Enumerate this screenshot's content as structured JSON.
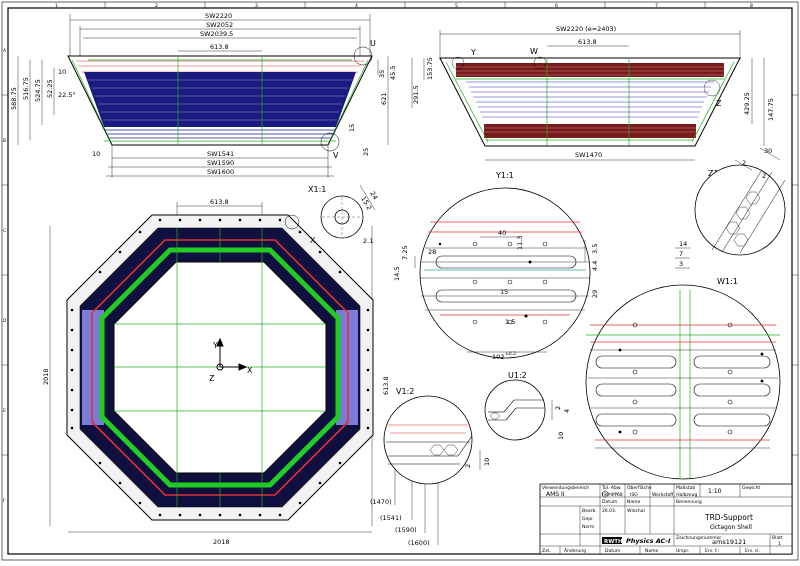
{
  "dimensions": {
    "top_left": {
      "sw2220": "SW2220",
      "sw2052": "SW2052",
      "sw2039_5": "SW2039.5",
      "w613_8": "613.8",
      "h588_75": "588.75",
      "h516_75": "516.75",
      "h524_75": "524.75",
      "h52_25": "52.25",
      "h10": "10",
      "angle": "22.5°",
      "h621": "621",
      "h35": "35",
      "h45_5": "45.5",
      "h15": "15",
      "h25": "25",
      "h10b": "10",
      "sw1541": "SW1541",
      "sw1590": "SW1590",
      "sw1600": "SW1600"
    },
    "top_right": {
      "sw2220e": "SW2220 (e=2403)",
      "w613_8": "613.8",
      "h153_75": "153.75",
      "h291_5": "291.5",
      "h429_25": "429.25",
      "h147_75": "147.75",
      "sw1470": "SW1470"
    },
    "plan": {
      "w613_8": "613.8",
      "h2018": "2018",
      "w2018": "2018",
      "v613_8": "613.8",
      "d1470": "(1470)",
      "d1541": "(1541)",
      "d1590": "(1590)",
      "d1600": "(1600)"
    },
    "x1": {
      "d24": "24",
      "d15": "15.2",
      "d2_1": "2.1"
    },
    "y1": {
      "d40": "40",
      "d11_3": "11.3",
      "d3_5": "3.5",
      "d4_4": "4.4",
      "d7_25": "7.25",
      "d28": "28",
      "d14_5": "14.5",
      "d29": "29",
      "d15": "15",
      "d1_5": "1.5",
      "d102": "102",
      "d102_tol": "±0.2"
    },
    "z1": {
      "d30": "30",
      "d2a": "2",
      "d2b": "2"
    },
    "w1": {
      "d14": "14",
      "d7": "7",
      "d3": "3"
    },
    "u1": {
      "d2": "2",
      "d4": "4",
      "d10": "10"
    },
    "v1": {
      "d10": "10",
      "d2": "2"
    }
  },
  "labels": {
    "U": "U",
    "V": "V",
    "W": "W",
    "Y": "Y",
    "Z": "Z",
    "X": "X",
    "x1": "X1:1",
    "y1": "Y1:1",
    "z1": "Z1:1",
    "w1": "W1:1",
    "v1": "V1:2",
    "u1": "U1:2",
    "axis_y": "Y",
    "axis_x": "X",
    "axis_z": "Z"
  },
  "title_block": {
    "creator_hdr": "Verwendungsbereich",
    "project": "AMS II",
    "tolerance_hdr": "Tol. Abw.",
    "tolerance": "ISO 2768",
    "finish_hdr": "Oberfläche",
    "finish": "ISO",
    "material_hdr": "Werkstoff, Halbzeug",
    "scale_hdr": "Maßstab",
    "scale": "1:10",
    "weight_hdr": "Gewicht",
    "date_hdr": "Datum",
    "name_hdr": "Name",
    "drawn": "Bearb.",
    "drawn_date": "26.03.",
    "drawn_name": "Wlochal",
    "checked": "Gepr.",
    "norm": "Norm",
    "desig_hdr": "Benennung",
    "title": "TRD-Support",
    "subtitle": "Octagon Shell",
    "drawing_no_hdr": "Zeichnungsnummer",
    "drawing_no": "ams19121",
    "sheet_hdr": "Blatt",
    "sheet": "1",
    "company": "RWTH",
    "dept": "Physics AC-I",
    "rev_cols": [
      "Zst.",
      "Änderung",
      "Datum",
      "Name",
      "Urspr.",
      "Ers. f.:",
      "Ers. d.:"
    ]
  },
  "border": {
    "cols": [
      "1",
      "2",
      "3",
      "4",
      "5",
      "6",
      "7",
      "8"
    ],
    "rows": [
      "A",
      "B",
      "C",
      "D",
      "E",
      "F"
    ]
  }
}
